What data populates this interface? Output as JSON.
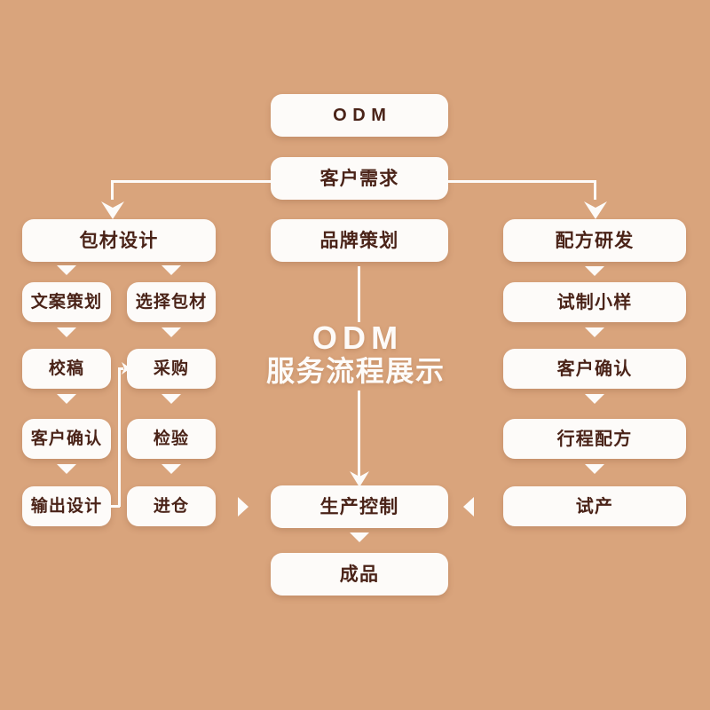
{
  "canvas": {
    "background_color": "#d9a47c",
    "box_color": "#fdfbf9",
    "text_color": "#4a2318",
    "connector_color": "#fdfbf9"
  },
  "watermark": {
    "line1": "ODM",
    "line2": "服务流程展示"
  },
  "top": {
    "root": "ODM",
    "requirement": "客户需求"
  },
  "columns": {
    "left": {
      "header": "包材设计",
      "branch_a": [
        "文案策划",
        "校稿",
        "客户确认",
        "输出设计"
      ],
      "branch_b": [
        "选择包材",
        "采购",
        "检验",
        "进仓"
      ]
    },
    "center": {
      "header": "品牌策划",
      "control": "生产控制",
      "finished": "成品"
    },
    "right": {
      "header": "配方研发",
      "steps": [
        "试制小样",
        "客户确认",
        "行程配方",
        "试产"
      ]
    }
  }
}
